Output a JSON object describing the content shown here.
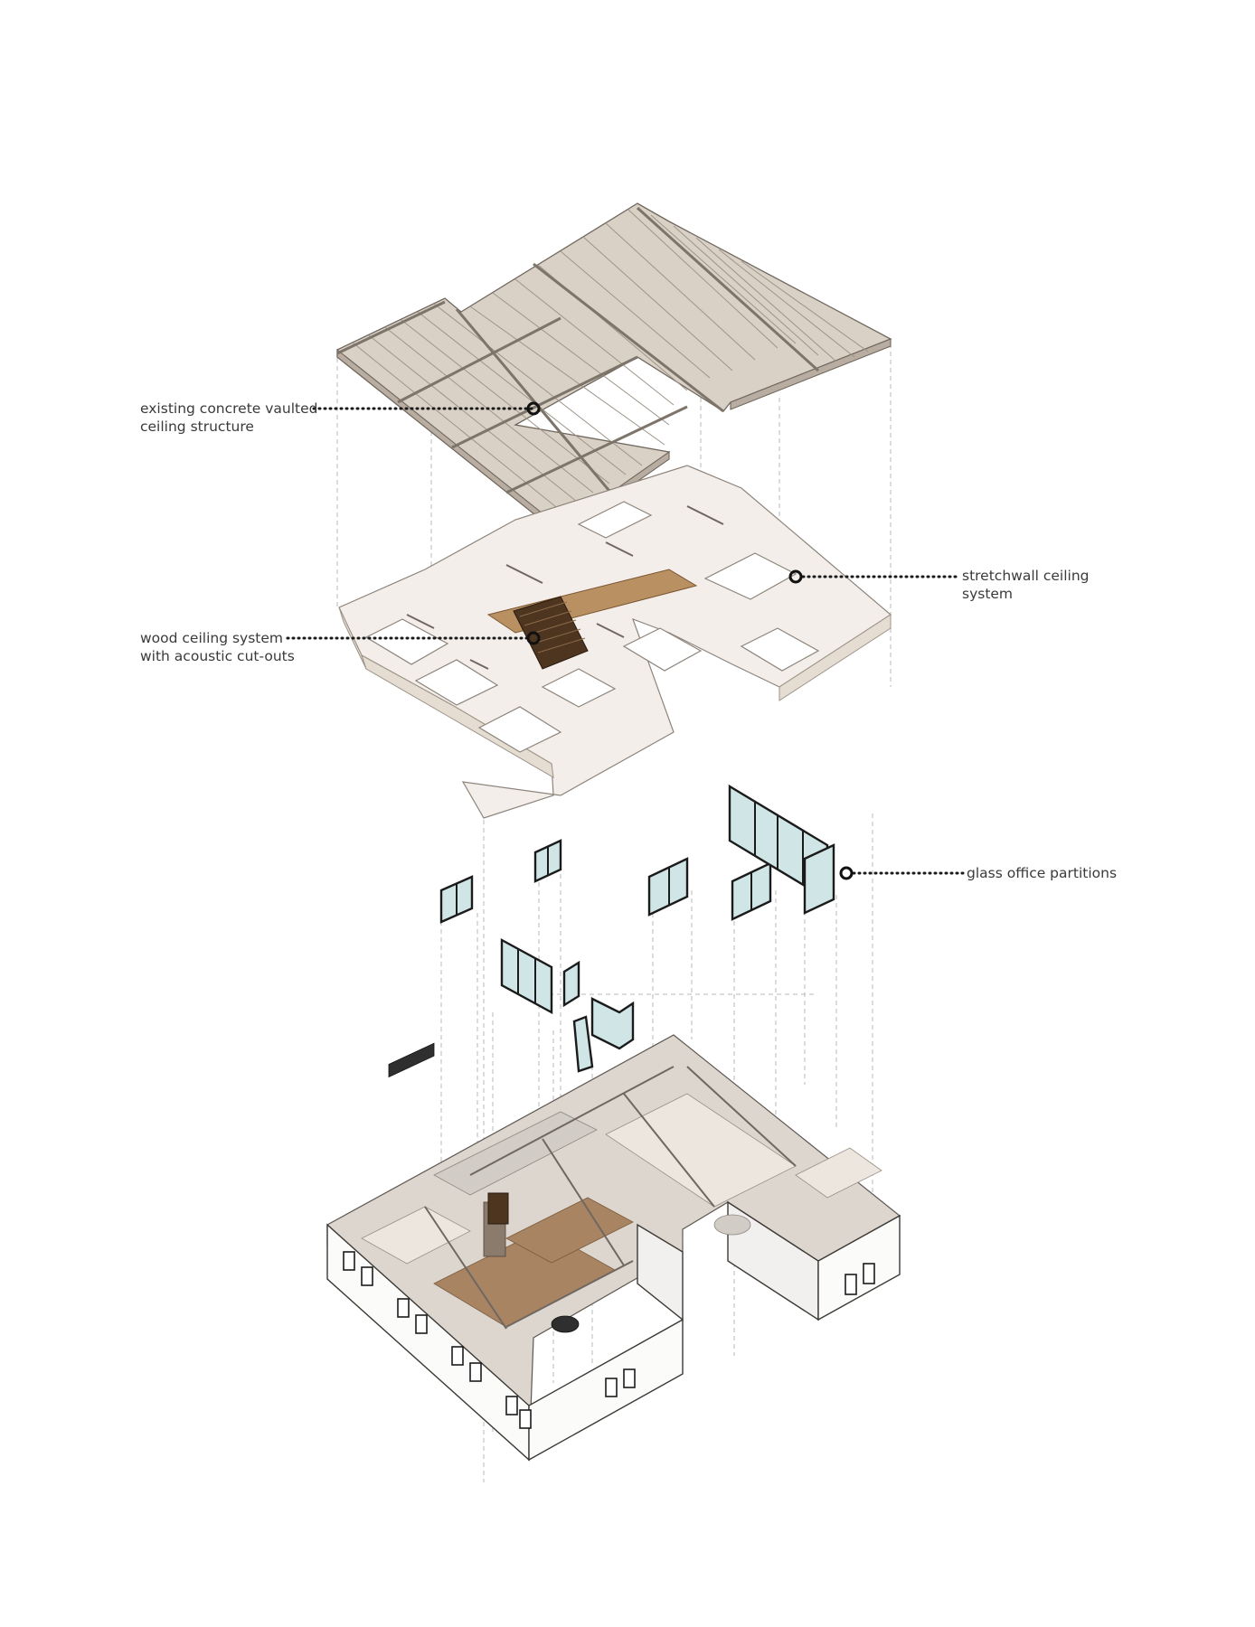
{
  "labels": {
    "vault": {
      "line1": "existing concrete vaulted",
      "line2": "ceiling structure"
    },
    "stretchwall": {
      "line1": "stretchwall ceiling",
      "line2": "system"
    },
    "wood": {
      "line1": "wood ceiling system",
      "line2": "with acoustic cut-outs"
    },
    "glass": {
      "line1": "glass office partitions"
    }
  },
  "colors": {
    "concrete": "#d9d1c6",
    "wood": "#b99062",
    "glass": "#cfe5e6",
    "leader": "#1a1a1a"
  }
}
